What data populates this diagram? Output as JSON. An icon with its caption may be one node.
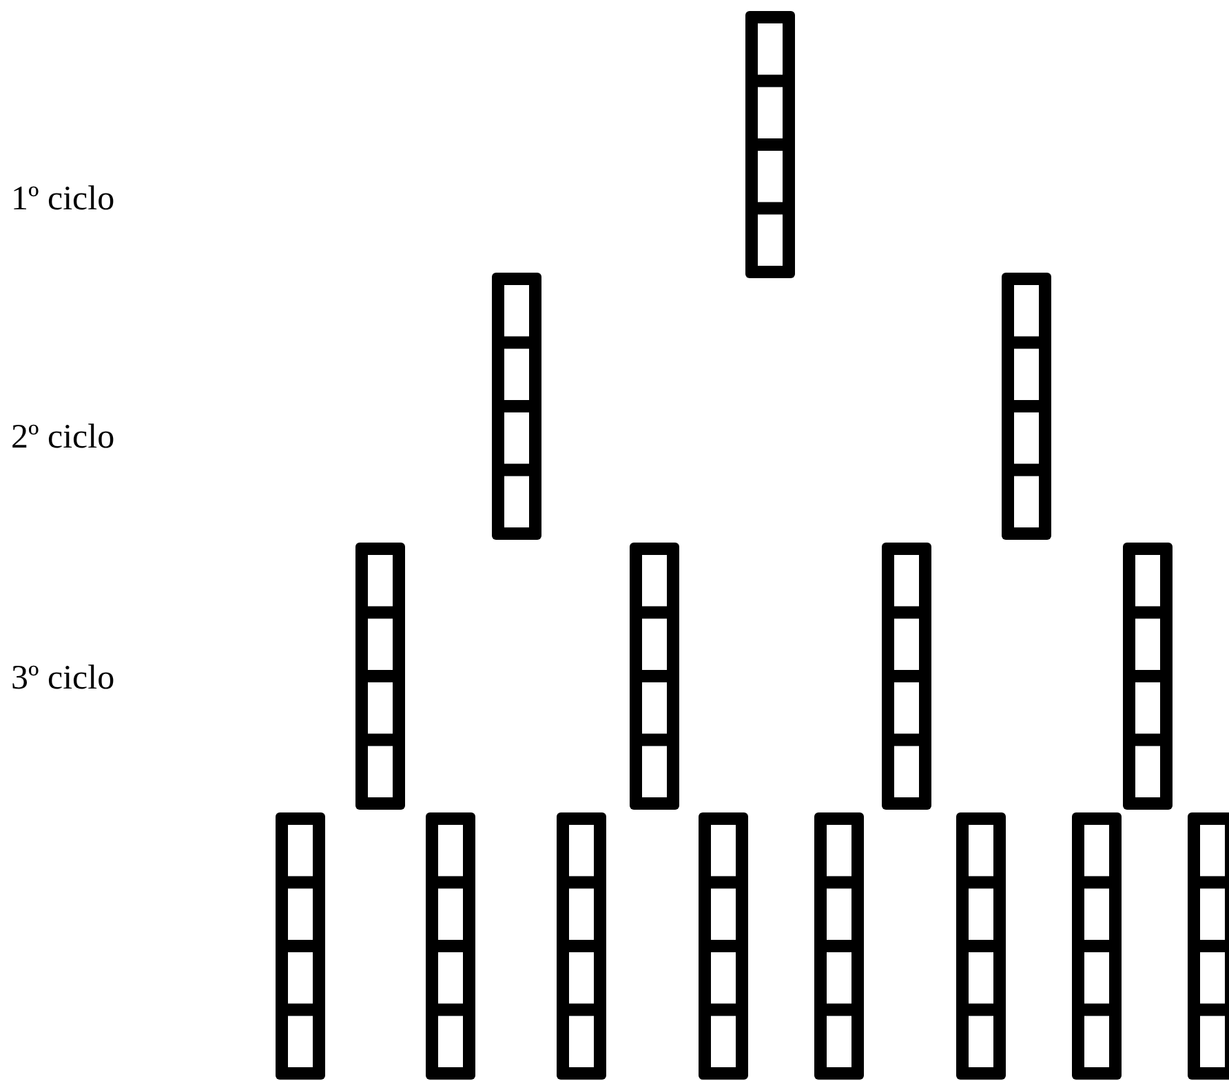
{
  "diagram": {
    "labels": [
      "1º ciclo",
      "2º ciclo",
      "3º ciclo"
    ]
  }
}
